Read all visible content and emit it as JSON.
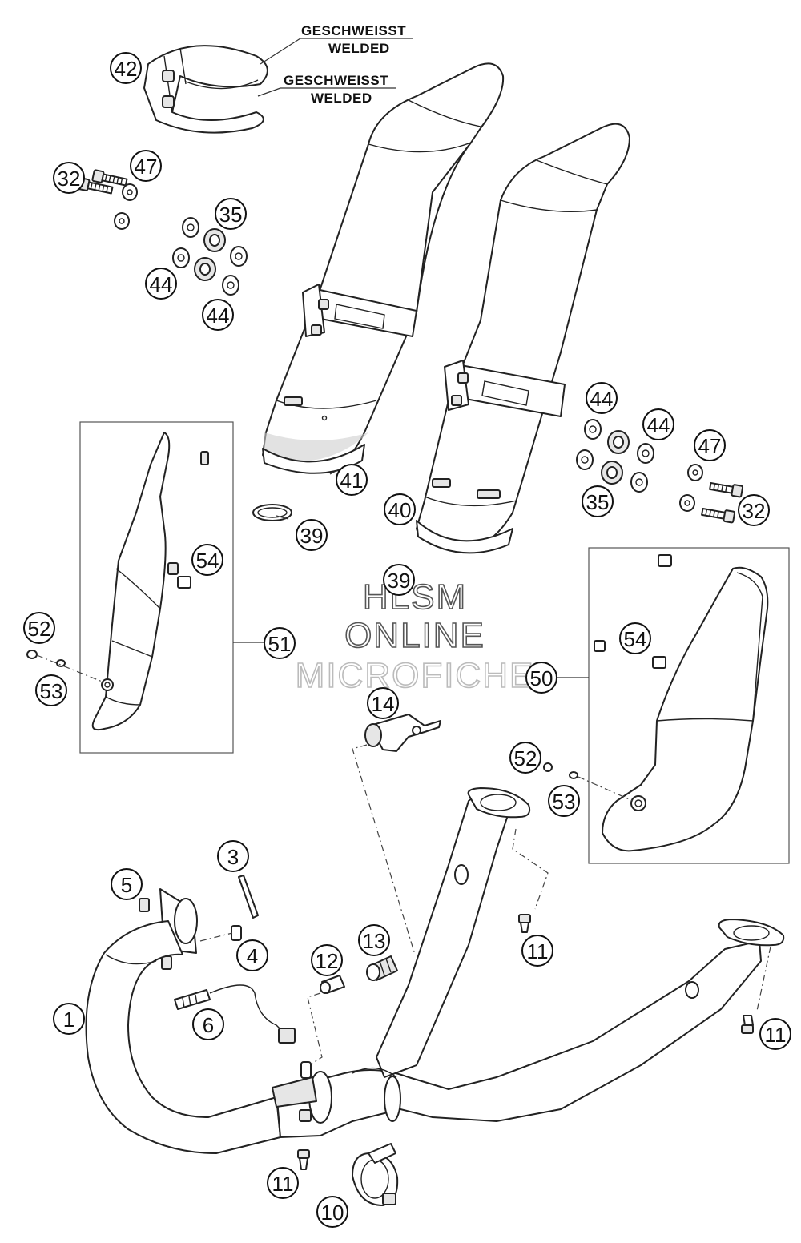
{
  "notes": {
    "upper_line1": "GESCHWEISST",
    "upper_line2": "WELDED",
    "lower_line1": "GESCHWEISST",
    "lower_line2": "WELDED"
  },
  "watermark": {
    "line1": "HLSM",
    "line2": "ONLINE",
    "line3": "MICROFICHE"
  },
  "callouts": [
    {
      "id": "c42",
      "label": "42"
    },
    {
      "id": "c32a",
      "label": "32"
    },
    {
      "id": "c47a",
      "label": "47"
    },
    {
      "id": "c35a",
      "label": "35"
    },
    {
      "id": "c44a",
      "label": "44"
    },
    {
      "id": "c44b",
      "label": "44"
    },
    {
      "id": "c44c",
      "label": "44"
    },
    {
      "id": "c44d",
      "label": "44"
    },
    {
      "id": "c47b",
      "label": "47"
    },
    {
      "id": "c35b",
      "label": "35"
    },
    {
      "id": "c32b",
      "label": "32"
    },
    {
      "id": "c41",
      "label": "41"
    },
    {
      "id": "c40",
      "label": "40"
    },
    {
      "id": "c39a",
      "label": "39"
    },
    {
      "id": "c39b",
      "label": "39"
    },
    {
      "id": "c54a",
      "label": "54"
    },
    {
      "id": "c52a",
      "label": "52"
    },
    {
      "id": "c53a",
      "label": "53"
    },
    {
      "id": "c51",
      "label": "51"
    },
    {
      "id": "c54b",
      "label": "54"
    },
    {
      "id": "c50",
      "label": "50"
    },
    {
      "id": "c14",
      "label": "14"
    },
    {
      "id": "c52b",
      "label": "52"
    },
    {
      "id": "c53b",
      "label": "53"
    },
    {
      "id": "c3",
      "label": "3"
    },
    {
      "id": "c5",
      "label": "5"
    },
    {
      "id": "c4",
      "label": "4"
    },
    {
      "id": "c1",
      "label": "1"
    },
    {
      "id": "c6",
      "label": "6"
    },
    {
      "id": "c12",
      "label": "12"
    },
    {
      "id": "c13",
      "label": "13"
    },
    {
      "id": "c11a",
      "label": "11"
    },
    {
      "id": "c11b",
      "label": "11"
    },
    {
      "id": "c11c",
      "label": "11"
    },
    {
      "id": "c10",
      "label": "10"
    }
  ]
}
